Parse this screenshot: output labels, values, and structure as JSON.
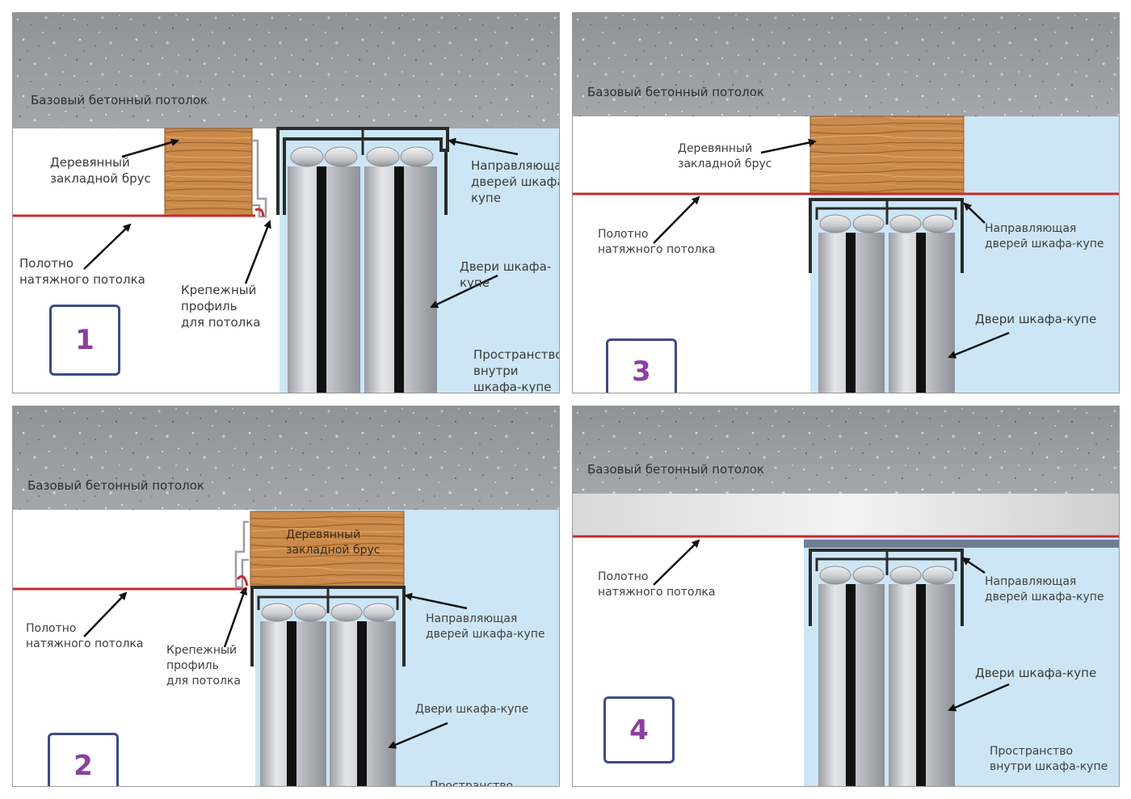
{
  "colors": {
    "concrete": "#9c9fa3",
    "room_white": "#ffffff",
    "wardrobe_space": "#cde6f6",
    "stretch_ceiling_line": "#c62b2b",
    "wood": "#c98a4b",
    "profile_dark": "#2b2b2b",
    "door_gray": "#c9cbd0",
    "number_text": "#8c3fa0",
    "number_border": "#3d4a86"
  },
  "icons": {
    "arrow": "black-arrow-icon",
    "roller": "roller-wheel-icon"
  },
  "panels": [
    {
      "number": "1",
      "ceiling": "Базовый бетонный потолок",
      "wood_beam": "Деревянный\nзакладной брус",
      "stretch_ceiling": "Полотно\nнатяжного потолка",
      "mount_profile": "Крепежный\nпрофиль\nдля потолка",
      "rail": "Направляющая\nдверей шкафа-купе",
      "doors": "Двери шкафа-купе",
      "space": "Пространство\nвнутри шкафа-купе"
    },
    {
      "number": "2",
      "ceiling": "Базовый бетонный потолок",
      "wood_beam": "Деревянный\nзакладной брус",
      "stretch_ceiling": "Полотно\nнатяжного потолка",
      "mount_profile": "Крепежный\nпрофиль\nдля потолка",
      "rail": "Направляющая\nдверей шкафа-купе",
      "doors": "Двери шкафа-купе",
      "space": "Пространство"
    },
    {
      "number": "3",
      "ceiling": "Базовый бетонный потолок",
      "wood_beam": "Деревянный\nзакладной брус",
      "stretch_ceiling": "Полотно\nнатяжного потолка",
      "rail": "Направляющая\nдверей шкафа-купе",
      "doors": "Двери шкафа-купе"
    },
    {
      "number": "4",
      "ceiling": "Базовый бетонный потолок",
      "stretch_ceiling": "Полотно\nнатяжного потолка",
      "rail": "Направляющая\nдверей шкафа-купе",
      "doors": "Двери шкафа-купе",
      "space": "Пространство\nвнутри шкафа-купе"
    }
  ]
}
